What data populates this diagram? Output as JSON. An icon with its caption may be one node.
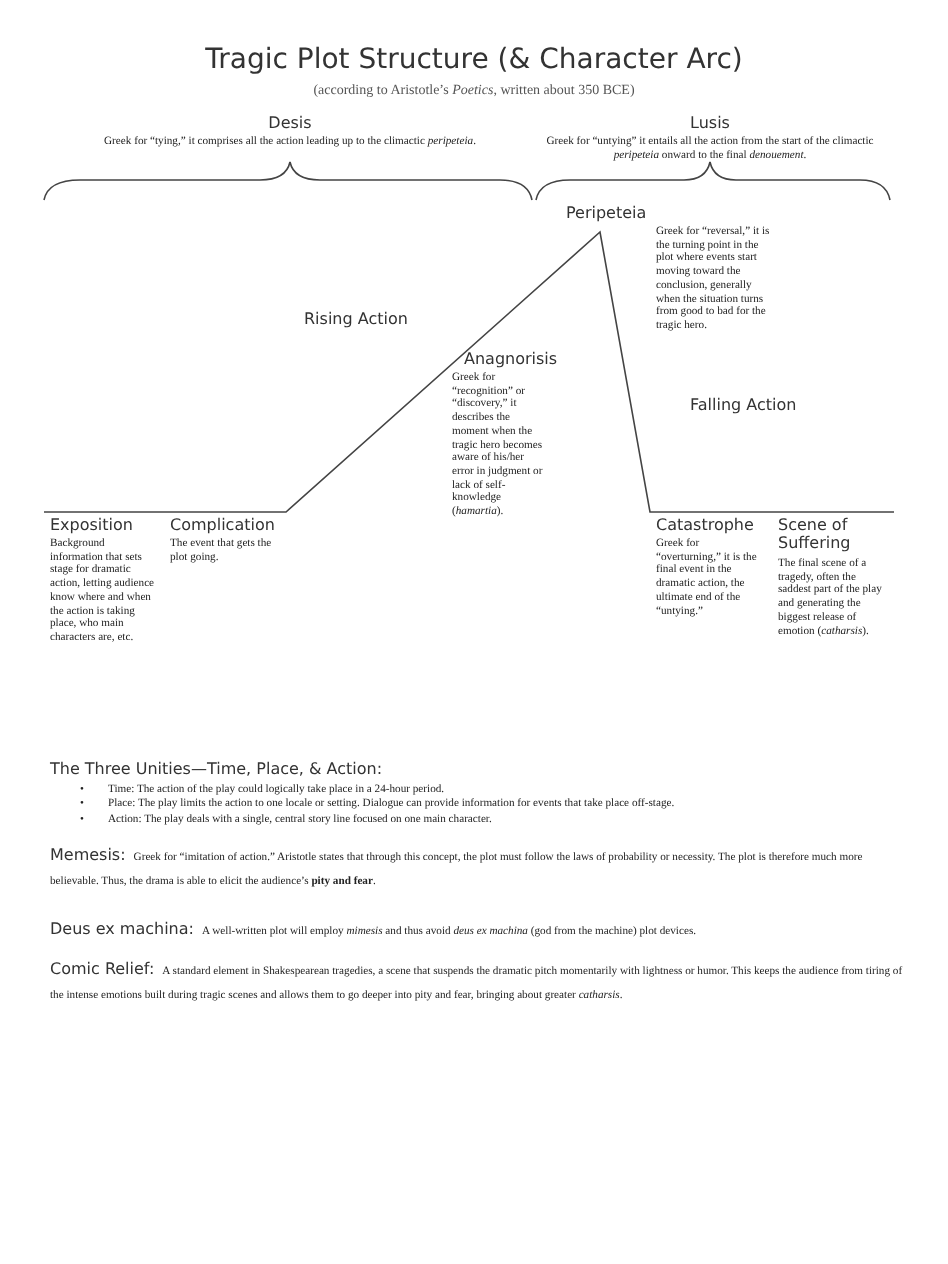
{
  "diagram": {
    "title": "Tragic Plot Structure (& Character Arc)",
    "labels": [
      "(according to Aristotle’s *Poetics*, written about 350 BCE)",
      "Desis",
      "Greek for “tying,” it comprises all the action leading up to the climactic *peripeteia*.",
      "Lusis",
      "Greek for “untying” it entails all the action from the start of the climactic *peripeteia* onward to the final *denouement*.",
      "Peripeteia",
      "Greek for “reversal,” it is the turning point in the plot where events start moving toward the conclusion, generally when the situation turns from good to bad for the tragic hero.",
      "Rising Action",
      "Anagnorisis",
      "Greek for “recognition” or “discovery,” it describes the moment when the tragic hero becomes aware of his/her error in judgment or lack of self-knowledge (*hamartia*).",
      "Falling Action",
      "Exposition",
      "Background information that sets stage for dramatic action, letting audience know where and when the action is taking place, who main characters are, etc.",
      "Complication",
      "The event that gets the plot going.",
      "Catastrophe",
      "Greek for “overturning,” it is the final event in the dramatic action, the ultimate end of the “untying.”",
      "Scene of Suffering",
      "The final scene of a tragedy, often the saddest part of the play and generating the biggest release of emotion (*catharsis*).",
      "The Three Unities—Time, Place, & Action:",
      "•",
      "Time: The action of the play could logically take place in a 24-hour period.",
      "•",
      "Place: The play limits the action to one locale or setting. Dialogue can provide information for events that take place off-stage.",
      "•",
      "Action: The play deals with a single, central story line focused on one main character.",
      "Memesis:",
      "Greek for “imitation of action.” Aristotle states that through this concept, the plot must follow the laws of probability or necessity. The plot is therefore much more believable. Thus, the drama is able to elicit the audience’s **pity and fear**.",
      "Deus ex machina:",
      "A well-written plot will employ *mimesis* and thus avoid *deus ex machina* (god from the machine) plot devices.",
      "Comic Relief:",
      "A standard element in Shakespearean tragedies, a scene that suspends the dramatic pitch momentarily with lightness or humor. This keeps the audience from tiring of the intense emotions built during tragic scenes and allows them to go deeper into pity and fear, bringing about greater *catharsis*."
    ]
  }
}
